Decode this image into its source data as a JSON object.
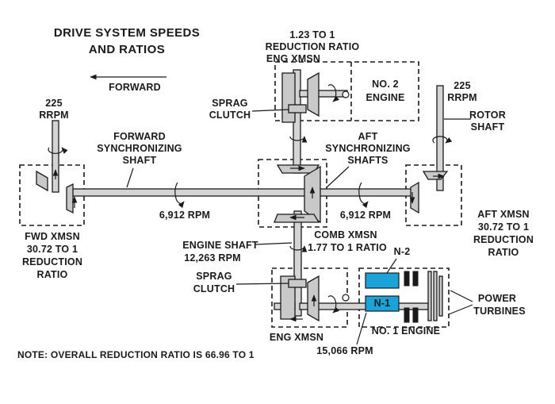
{
  "title": {
    "line1": "DRIVE SYSTEM SPEEDS",
    "line2": "AND RATIOS"
  },
  "forward": "FORWARD",
  "eng2_xmsn": {
    "line1": "1.23 TO 1",
    "line2": "REDUCTION RATIO",
    "line3": "ENG XMSN"
  },
  "no2_engine": {
    "line1": "NO. 2",
    "line2": "ENGINE"
  },
  "sprag_top": {
    "line1": "SPRAG",
    "line2": "CLUTCH"
  },
  "rotor_left_speed": {
    "line1": "225",
    "line2": "RRPM"
  },
  "rotor_right_speed": {
    "line1": "225",
    "line2": "RRPM"
  },
  "rotor_shaft": {
    "line1": "ROTOR",
    "line2": "SHAFT"
  },
  "fwd_sync": {
    "line1": "FORWARD",
    "line2": "SYNCHRONIZING",
    "line3": "SHAFT"
  },
  "aft_sync": {
    "line1": "AFT",
    "line2": "SYNCHRONIZING",
    "line3": "SHAFTS"
  },
  "rpm_left": "6,912 RPM",
  "rpm_right": "6,912 RPM",
  "fwd_xmsn": {
    "line1": "FWD XMSN",
    "line2": "30.72 TO 1",
    "line3": "REDUCTION",
    "line4": "RATIO"
  },
  "aft_xmsn": {
    "line1": "AFT XMSN",
    "line2": "30.72 TO 1",
    "line3": "REDUCTION",
    "line4": "RATIO"
  },
  "engine_shaft": {
    "line1": "ENGINE SHAFT",
    "line2": "12,263 RPM"
  },
  "comb_xmsn": {
    "line1": "COMB XMSN",
    "line2": "1.77 TO 1 RATIO"
  },
  "n2": "N-2",
  "n1": "N-1",
  "sprag_bottom": {
    "line1": "SPRAG",
    "line2": "CLUTCH"
  },
  "power_turbines": {
    "line1": "POWER",
    "line2": "TURBINES"
  },
  "eng_xmsn_bottom": "ENG XMSN",
  "no1_engine": "NO. 1 ENGINE",
  "rpm_engine": "15,066 RPM",
  "note": "NOTE:  OVERALL REDUCTION RATIO IS 66.96 TO 1",
  "colors": {
    "n1_fill": "#1aa3d9",
    "n2_fill": "#1aa3d9",
    "ink": "#1a1a1a"
  }
}
